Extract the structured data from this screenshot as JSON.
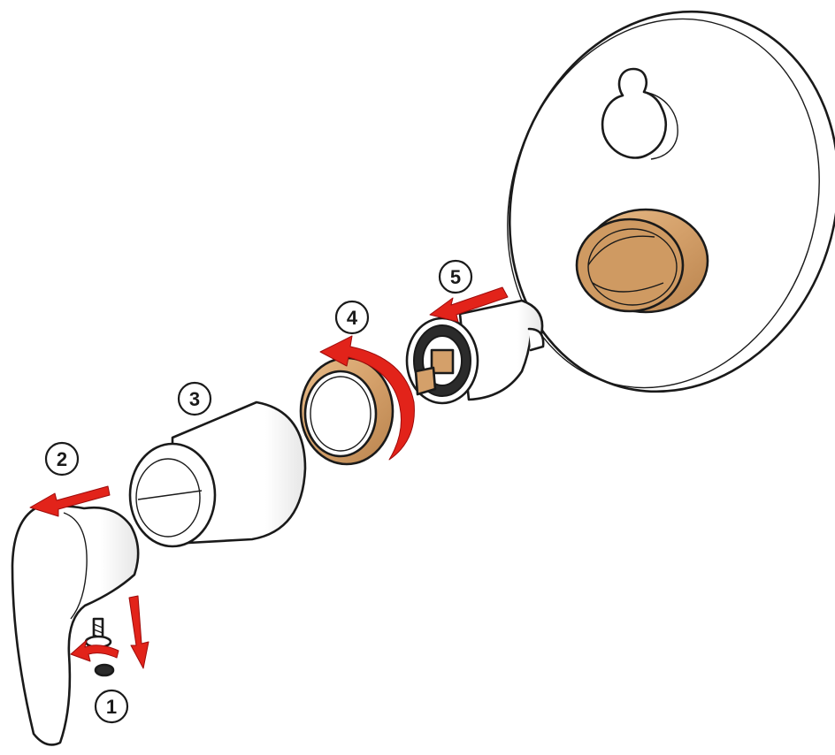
{
  "diagram": {
    "steps": [
      {
        "number": "1"
      },
      {
        "number": "2"
      },
      {
        "number": "3"
      },
      {
        "number": "4"
      },
      {
        "number": "5"
      }
    ],
    "colors": {
      "arrow": "#e2231a",
      "brass": "#d4a06a",
      "outline": "#1a1a1a",
      "chrome": "#ffffff"
    },
    "icons": [
      "rotate-arrow-icon",
      "pull-arrow-icon",
      "down-arrow-icon"
    ]
  }
}
